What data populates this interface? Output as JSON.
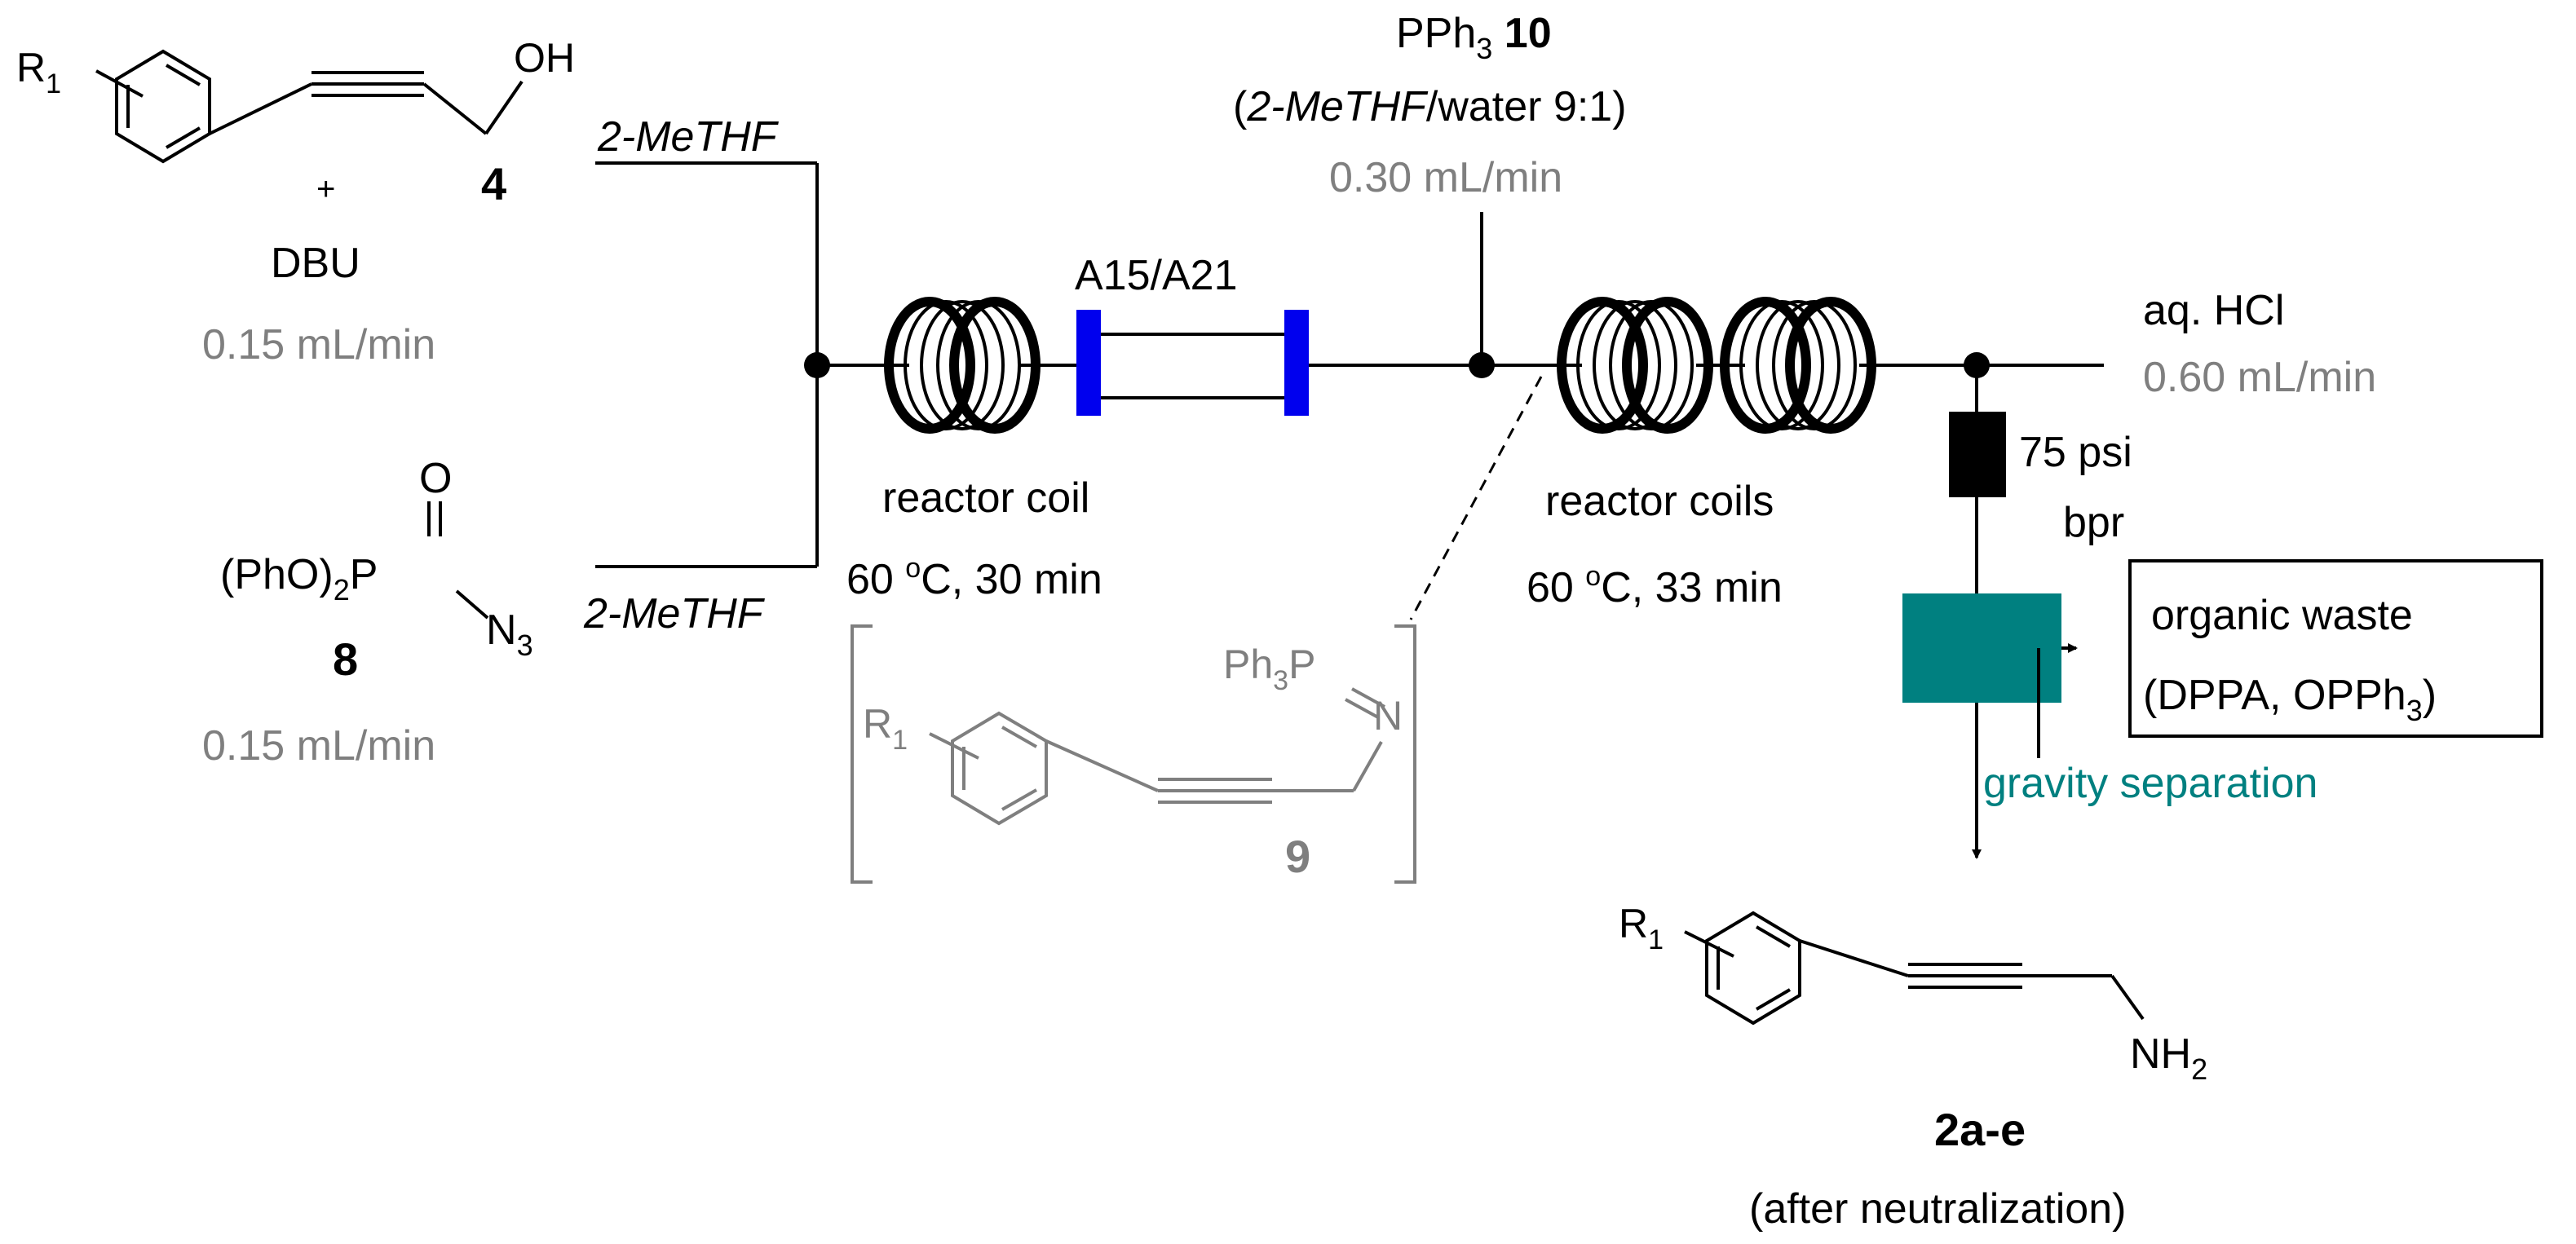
{
  "reagents": {
    "alcohol": {
      "substituent": "R",
      "substituent_sub": "1",
      "oh": "OH",
      "compound_number": "4",
      "plus": "+",
      "base": "DBU",
      "flow_rate": "0.15 mL/min",
      "solvent": "2-MeTHF"
    },
    "azide": {
      "group_left": "(PhO)",
      "group_left_sub": "2",
      "p": "P",
      "o": "O",
      "n": "N",
      "n_sub": "3",
      "compound_number": "8",
      "flow_rate": "0.15 mL/min",
      "solvent": "2-MeTHF"
    },
    "phosphine": {
      "name": "PPh",
      "name_sub": "3",
      "compound_number": "10",
      "solvent_open": "(",
      "solvent_italic": "2-MeTHF",
      "solvent_rest": "/water 9:1)",
      "flow_rate": "0.30 mL/min"
    },
    "acid": {
      "name": "aq. HCl",
      "flow_rate": "0.60 mL/min"
    }
  },
  "equipment": {
    "column": {
      "label": "A15/A21"
    },
    "reactor_1": {
      "label": "reactor coil",
      "conditions_pre": "60 ",
      "conditions_sup": "o",
      "conditions_post": "C, 30 min"
    },
    "reactor_2": {
      "label": "reactor coils",
      "conditions_pre": "60 ",
      "conditions_sup": "o",
      "conditions_post": "C, 33 min"
    },
    "bpr": {
      "pressure": "75 psi",
      "label": "bpr"
    },
    "separator": {
      "label": "gravity separation"
    }
  },
  "waste": {
    "line1": "organic waste",
    "line2_pre": "(DPPA, OPPh",
    "line2_sub": "3",
    "line2_post": ")"
  },
  "intermediate": {
    "substituent": "R",
    "substituent_sub": "1",
    "ph3p": "Ph",
    "ph3p_sub": "3",
    "p": "P",
    "n": "N",
    "compound_number": "9"
  },
  "product": {
    "substituent": "R",
    "substituent_sub": "1",
    "amine": "NH",
    "amine_sub": "2",
    "compound_number": "2a-e",
    "note": "(after neutralization)"
  },
  "colors": {
    "text": "#000000",
    "flow_rate_gray": "#7f7f7f",
    "column_ends": "#0000ee",
    "separator": "#008080",
    "bpr": "#000000"
  }
}
